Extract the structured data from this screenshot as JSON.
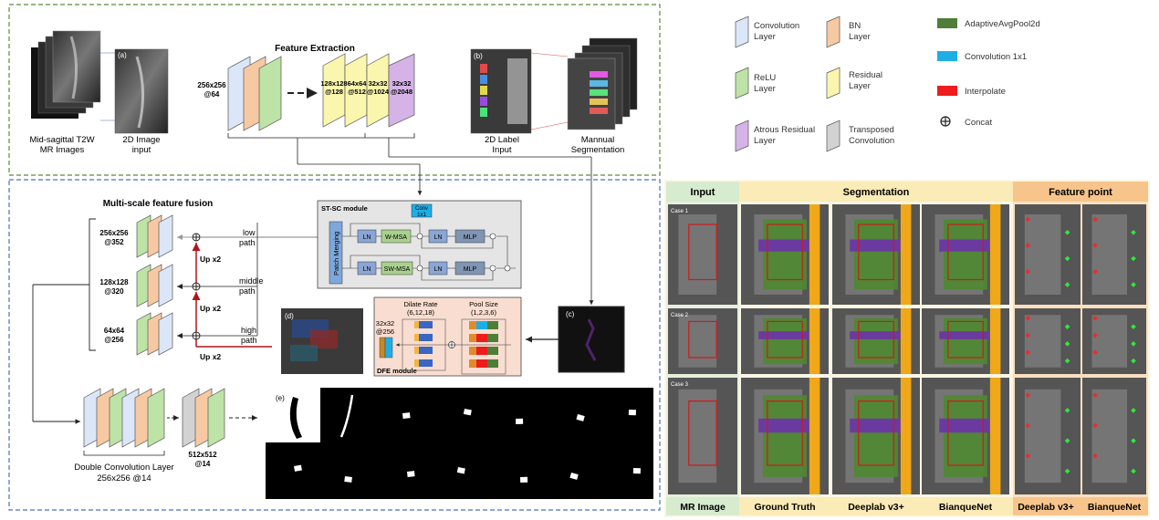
{
  "feature_extraction": {
    "title": "Feature Extraction",
    "mri_caption_1": "Mid-sagittal T2W",
    "mri_caption_2": "MR Images",
    "panel_a_tag": "(a)",
    "input_caption_1": "2D Image",
    "input_caption_2": "input",
    "first_block_1": "256x256",
    "first_block_2": "@64",
    "blocks": [
      {
        "l1": "128x128",
        "l2": "@128"
      },
      {
        "l1": "64x64",
        "l2": "@512"
      },
      {
        "l1": "32x32",
        "l2": "@1024"
      },
      {
        "l1": "32x32",
        "l2": "@2048"
      }
    ],
    "panel_b_tag": "(b)",
    "label_caption_1": "2D Label",
    "label_caption_2": "Input",
    "manual_caption_1": "Mannual",
    "manual_caption_2": "Segmentation"
  },
  "legend": {
    "conv": [
      "Convolution",
      "Layer"
    ],
    "bn": [
      "BN",
      "Layer"
    ],
    "relu": [
      "ReLU",
      "Layer"
    ],
    "residual": [
      "Residual",
      "Layer"
    ],
    "atrous": [
      "Atrous Residual",
      "Layer"
    ],
    "transposed": [
      "Transposed",
      "Convolution"
    ],
    "adaptive": "AdaptiveAvgPool2d",
    "conv1x1": "Convolution 1x1",
    "interpolate": "Interpolate",
    "concat": "Concat",
    "colors": {
      "conv": "#dbe6f8",
      "bn": "#f7c9a3",
      "relu": "#bde3a6",
      "residual": "#fbf6ad",
      "atrous": "#d5b3e6",
      "transposed": "#d2d2d2",
      "adaptive": "#4e7e38",
      "conv1x1": "#1eaee6",
      "interpolate": "#ee1c1c"
    }
  },
  "fusion": {
    "title": "Multi-scale feature fusion",
    "levels": [
      {
        "l1": "256x256",
        "l2": "@352"
      },
      {
        "l1": "128x128",
        "l2": "@320"
      },
      {
        "l1": "64x64",
        "l2": "@256"
      }
    ],
    "paths": [
      [
        "low",
        "path"
      ],
      [
        "middle",
        "path"
      ],
      [
        "high",
        "path"
      ]
    ],
    "up": "Up x2",
    "double_conv_1": "Double Convolution Layer",
    "double_conv_2": "256x256 @14",
    "output_1": "512x512",
    "output_2": "@14"
  },
  "stsc": {
    "title": "ST-SC module",
    "conv": [
      "Conv",
      "1x1"
    ],
    "patch": "Patch Merging",
    "ln": "LN",
    "wmsa": "W-MSA",
    "swmsa": "SW-MSA",
    "mlp": "MLP"
  },
  "dfe": {
    "dilate": [
      "Dilate Rate",
      "(6,12,18)"
    ],
    "pool": [
      "Pool Size",
      "(1,2,3,6)"
    ],
    "size_1": "32x32",
    "size_2": "@256",
    "title": "DFE module"
  },
  "panels": {
    "c": "(c)",
    "d": "(d)",
    "e": "(e)"
  },
  "results": {
    "headers": {
      "input": "Input",
      "segmentation": "Segmentation",
      "feature": "Feature point"
    },
    "cases": [
      "Case 1",
      "Case 2",
      "Case 3"
    ],
    "columns": [
      "MR Image",
      "Ground Truth",
      "Deeplab v3+",
      "BianqueNet",
      "Deeplab v3+",
      "BianqueNet"
    ],
    "colors": {
      "input_header": "#d7ebcf",
      "seg_header": "#fbebb6",
      "feat_header": "#f7c58b"
    }
  }
}
